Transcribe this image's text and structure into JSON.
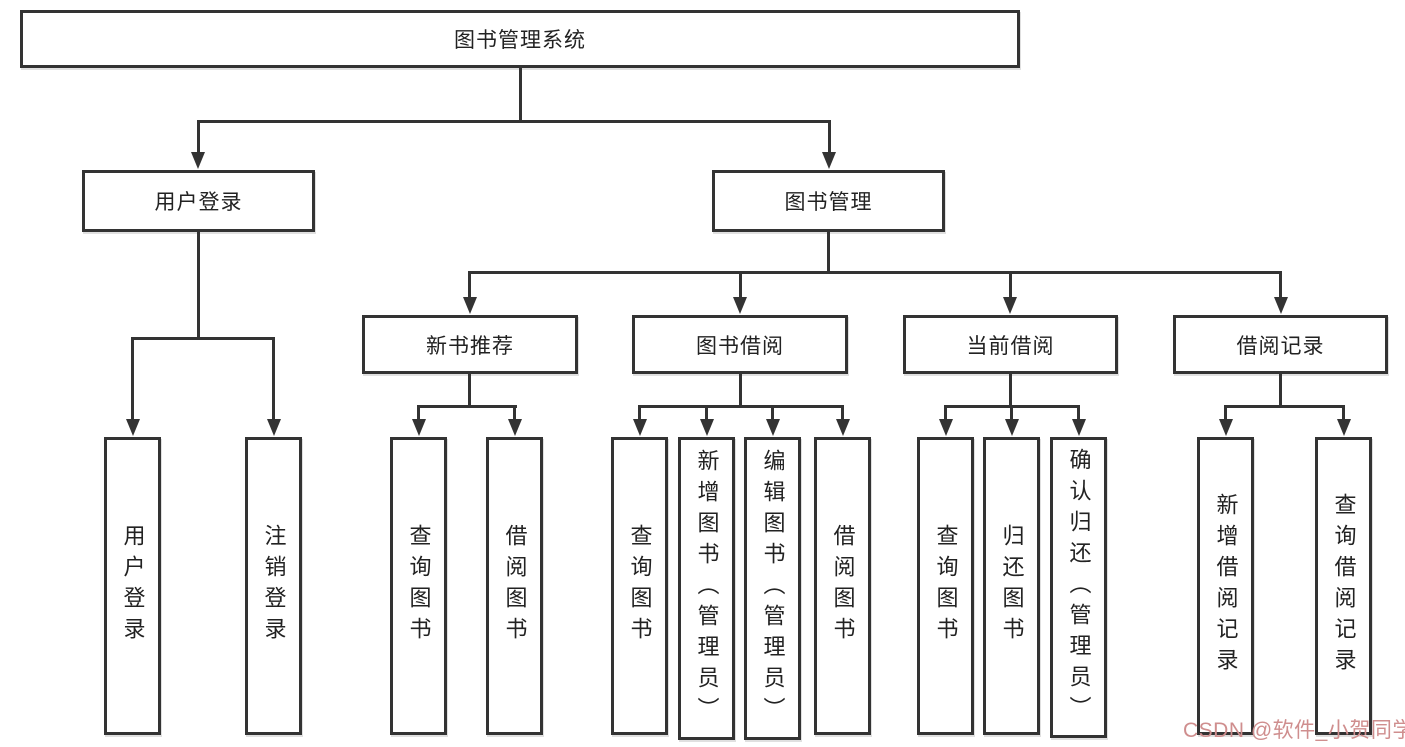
{
  "tree": {
    "root": {
      "label": "图书管理系统"
    },
    "branches": [
      {
        "label": "用户登录",
        "children": [
          {
            "label": "用户登录"
          },
          {
            "label": "注销登录"
          }
        ]
      },
      {
        "label": "图书管理",
        "children": [
          {
            "label": "新书推荐",
            "children": [
              {
                "label": "查询图书"
              },
              {
                "label": "借阅图书"
              }
            ]
          },
          {
            "label": "图书借阅",
            "children": [
              {
                "label": "查询图书"
              },
              {
                "label": "新增图书（管理员）"
              },
              {
                "label": "编辑图书（管理员）"
              },
              {
                "label": "借阅图书"
              }
            ]
          },
          {
            "label": "当前借阅",
            "children": [
              {
                "label": "查询图书"
              },
              {
                "label": "归还图书"
              },
              {
                "label": "确认归还（管理员）"
              }
            ]
          },
          {
            "label": "借阅记录",
            "children": [
              {
                "label": "新增借阅记录"
              },
              {
                "label": "查询借阅记录"
              }
            ]
          }
        ]
      }
    ]
  },
  "watermark": {
    "text": "CSDN @软件_小贺同学",
    "color": "#cf8e8e"
  },
  "colors": {
    "line": "#333333",
    "box_border": "#333333",
    "background": "#ffffff",
    "text": "#222222"
  }
}
